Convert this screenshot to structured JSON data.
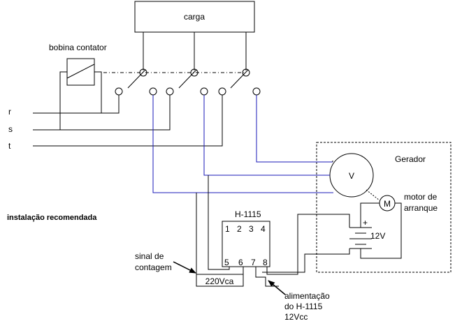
{
  "labels": {
    "carga": "carga",
    "bobina": "bobina contator",
    "phase_r": "r",
    "phase_s": "s",
    "phase_t": "t",
    "gerador": "Gerador",
    "voltmeter": "V",
    "motor_symbol": "M",
    "motor_line1": "motor de",
    "motor_line2": "arranque",
    "battery_plus": "+",
    "battery_voltage": "12V",
    "device_name": "H-1115",
    "pins_top": [
      "1",
      "2",
      "3",
      "4"
    ],
    "pins_bottom": [
      "5",
      "6",
      "7",
      "8"
    ],
    "install_note": "instalação recomendada",
    "sinal_line1": "sinal de",
    "sinal_line2": "contagem",
    "supply_220": "220Vca",
    "alim_line1": "alimentação",
    "alim_line2": "do H-1115",
    "alim_line3": "12Vcc"
  },
  "colors": {
    "wire_black": "#000000",
    "wire_blue": "#1a1ab8",
    "background": "#ffffff"
  }
}
